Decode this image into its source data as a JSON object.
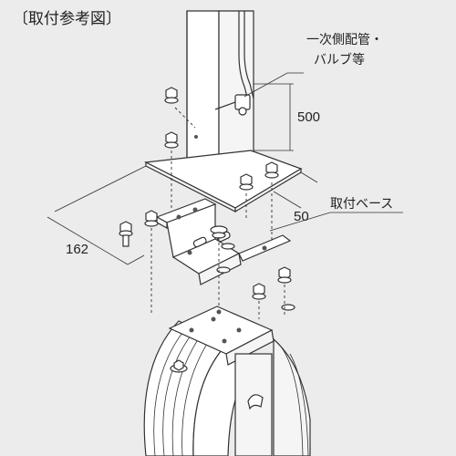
{
  "title": "〔取付参考図〕",
  "labels": {
    "primary_piping_line1": "一次側配管・",
    "primary_piping_line2": "バルブ等",
    "mounting_base": "取付ベース"
  },
  "dimensions": {
    "height": "500",
    "depth": "50",
    "width": "162"
  },
  "colors": {
    "background": "#ececec",
    "line": "#333333",
    "fill": "#ffffff"
  }
}
